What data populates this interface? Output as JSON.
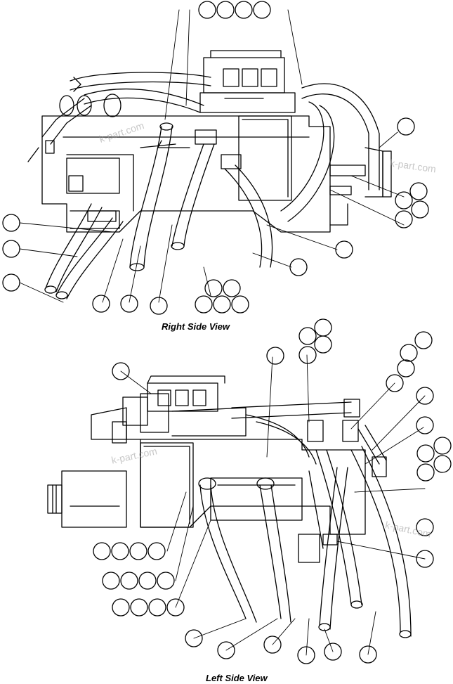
{
  "captions": {
    "right_side_view": "Right Side View",
    "left_side_view": "Left Side View"
  },
  "watermark": "k-part.com",
  "colors": {
    "line": "#000000",
    "background": "#ffffff",
    "watermark": "#9a9a9a"
  }
}
